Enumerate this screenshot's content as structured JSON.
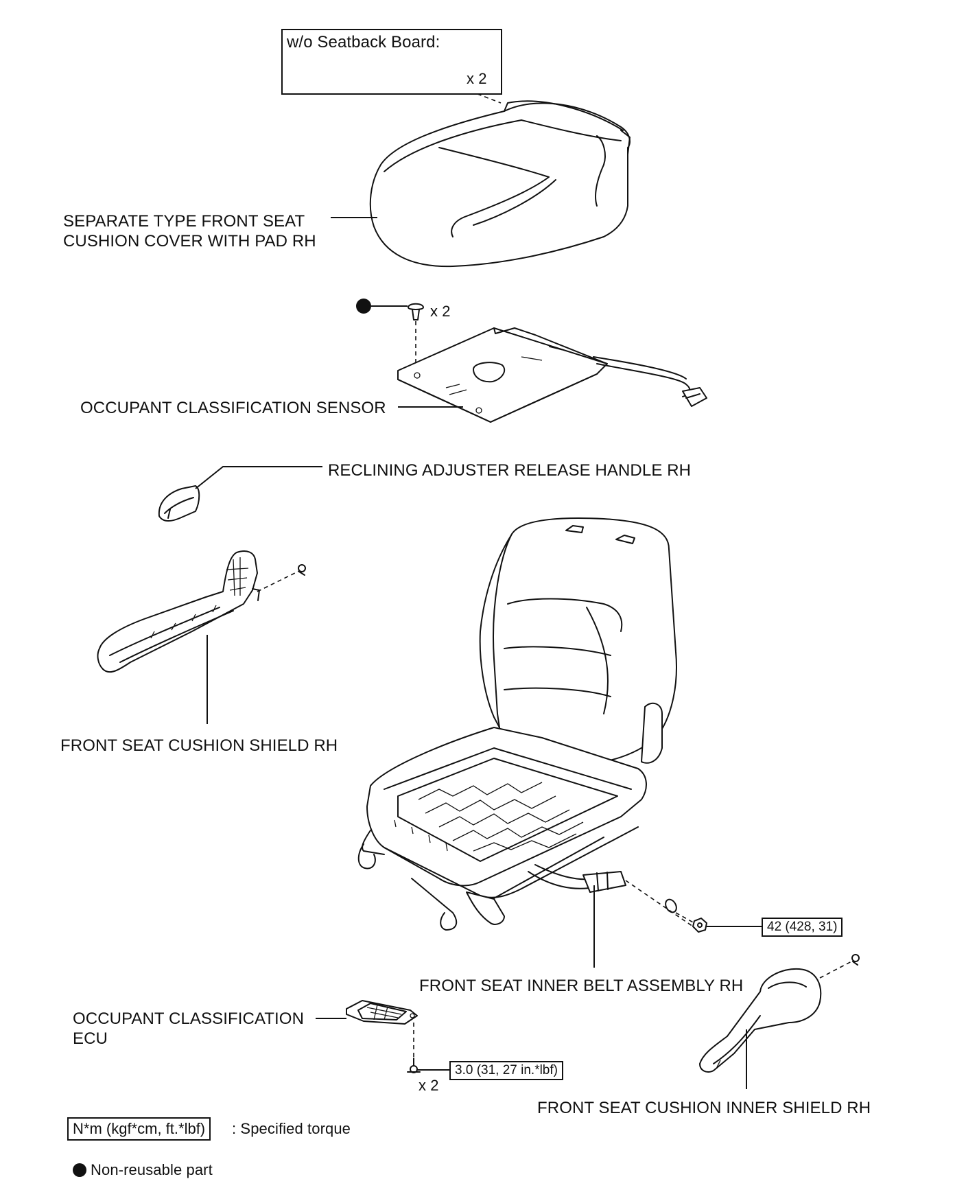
{
  "variant_box": {
    "title": "w/o Seatback Board:",
    "qty": "x 2"
  },
  "labels": {
    "cushion_cover": [
      "SEPARATE TYPE FRONT SEAT",
      "CUSHION COVER WITH PAD RH"
    ],
    "clip_qty": "x 2",
    "occupant_sensor": "OCCUPANT CLASSIFICATION SENSOR",
    "reclining_handle": "RECLINING ADJUSTER RELEASE HANDLE RH",
    "cushion_shield": "FRONT SEAT CUSHION SHIELD RH",
    "inner_belt": "FRONT SEAT INNER BELT ASSEMBLY RH",
    "ecu": [
      "OCCUPANT CLASSIFICATION",
      "ECU"
    ],
    "ecu_bolt_qty": "x 2",
    "inner_shield": "FRONT SEAT CUSHION INNER SHIELD RH"
  },
  "torques": {
    "belt_nut": "42 (428, 31)",
    "ecu_bolt": "3.0 (31, 27 in.*lbf)"
  },
  "legend": {
    "torque_unit": "N*m (kgf*cm, ft.*lbf)",
    "torque_text": ": Specified torque",
    "nonreusable_text": "Non-reusable part"
  }
}
